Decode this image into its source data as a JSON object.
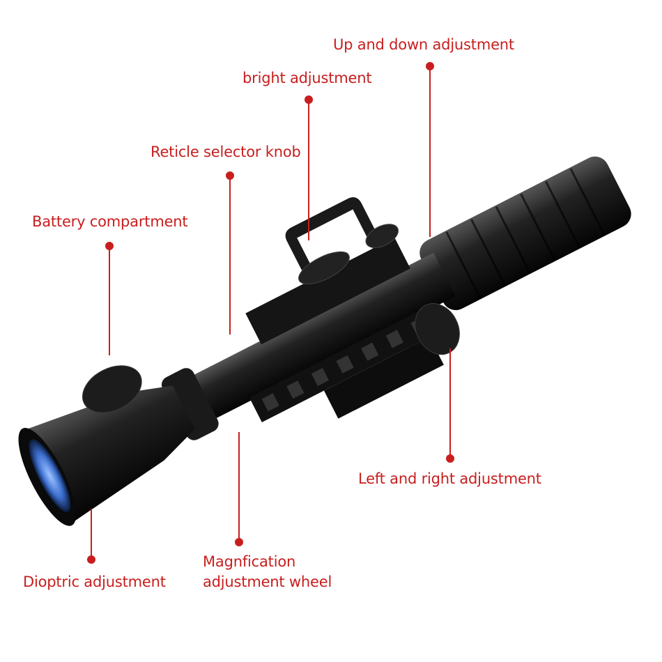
{
  "accent_color": "#c81e1e",
  "labels": {
    "up_down": "Up and down adjustment",
    "bright": "bright adjustment",
    "reticle": "Reticle selector knob",
    "battery": "Battery compartment",
    "dioptric": "Dioptric adjustment",
    "magnification_line1": "Magnfication",
    "magnification_line2": "adjustment wheel",
    "left_right": "Left and right adjustment"
  }
}
